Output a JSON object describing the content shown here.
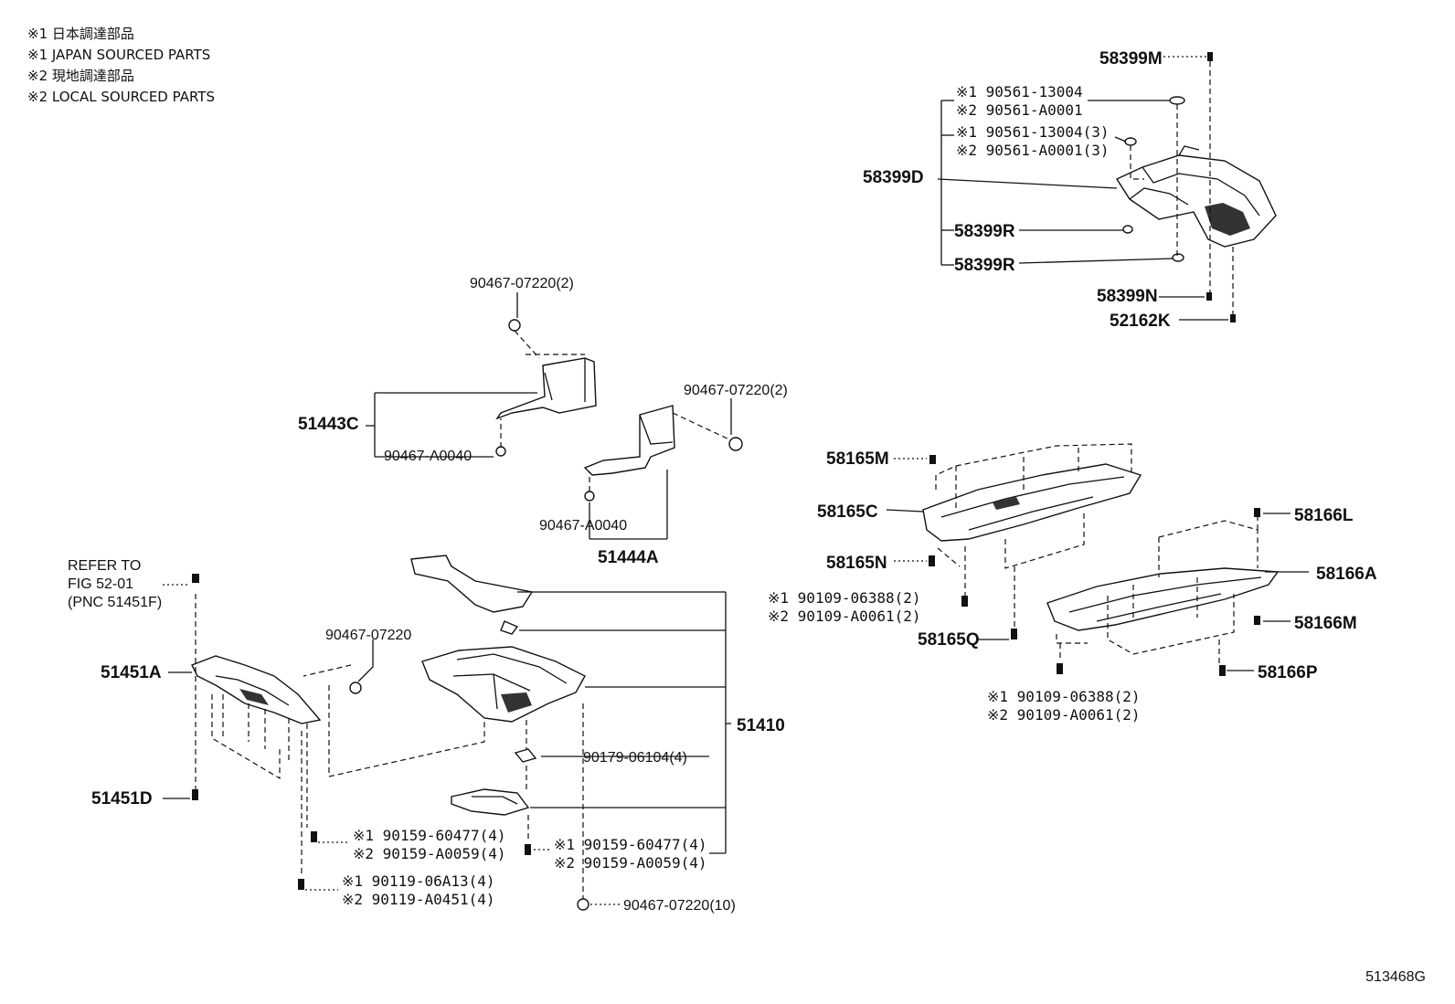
{
  "legend": [
    "※1 日本調達部品",
    "※1 JAPAN SOURCED PARTS",
    "※2 現地調達部品",
    "※2 LOCAL SOURCED PARTS"
  ],
  "figure_id": "513468G",
  "labels": {
    "l_58399M": "58399M",
    "l_58399D": "58399D",
    "l_90561_13004": "※1 90561-13004",
    "l_90561_A0001": "※2 90561-A0001",
    "l_90561_13004_3": "※1 90561-13004(3)",
    "l_90561_A0001_3": "※2 90561-A0001(3)",
    "l_58399R_1": "58399R",
    "l_58399R_2": "58399R",
    "l_58399N": "58399N",
    "l_52162K": "52162K",
    "l_90467_07220_2a": "90467-07220(2)",
    "l_51443C": "51443C",
    "l_90467_A0040a": "90467-A0040",
    "l_90467_07220_2b": "90467-07220(2)",
    "l_90467_A0040b": "90467-A0040",
    "l_51444A": "51444A",
    "l_refer1": "REFER TO",
    "l_refer2": "FIG 52-01",
    "l_refer3": "(PNC 51451F)",
    "l_90467_07220": "90467-07220",
    "l_51451A": "51451A",
    "l_51451D": "51451D",
    "l_51410": "51410",
    "l_90179": "90179-06104(4)",
    "l_90159_60477a": "※1 90159-60477(4)",
    "l_90159_A0059a": "※2 90159-A0059(4)",
    "l_90159_60477b": "※1 90159-60477(4)",
    "l_90159_A0059b": "※2 90159-A0059(4)",
    "l_90119_06A13": "※1 90119-06A13(4)",
    "l_90119_A0451": "※2 90119-A0451(4)",
    "l_90467_07220_10": "90467-07220(10)",
    "l_58165M": "58165M",
    "l_58165C": "58165C",
    "l_58165N": "58165N",
    "l_90109_06388a": "※1 90109-06388(2)",
    "l_90109_A0061a": "※2 90109-A0061(2)",
    "l_58165Q": "58165Q",
    "l_58166L": "58166L",
    "l_58166A": "58166A",
    "l_58166M": "58166M",
    "l_58166P": "58166P",
    "l_90109_06388b": "※1 90109-06388(2)",
    "l_90109_A0061b": "※2 90109-A0061(2)"
  }
}
